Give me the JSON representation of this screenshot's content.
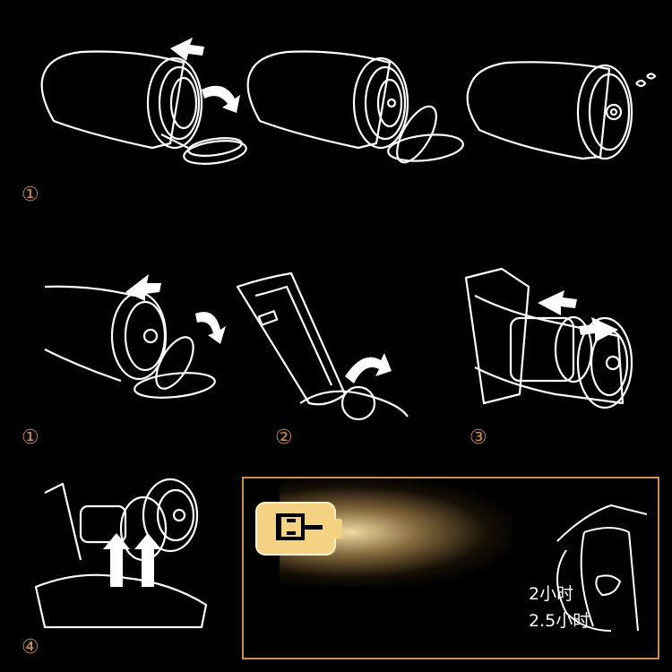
{
  "steps": {
    "row1_label": "①",
    "row2_label_1": "①",
    "row2_label_2": "②",
    "row2_label_3": "③",
    "row3_label_4": "④"
  },
  "charging": {
    "time_1": "2小时",
    "time_2": "2.5小时",
    "icon": "battery-plug-icon"
  },
  "colors": {
    "background": "#000000",
    "line_art": "#ffffff",
    "step_number": "#c98a4a",
    "frame_border": "#c99050",
    "battery_icon_fill": "#f3d283"
  }
}
